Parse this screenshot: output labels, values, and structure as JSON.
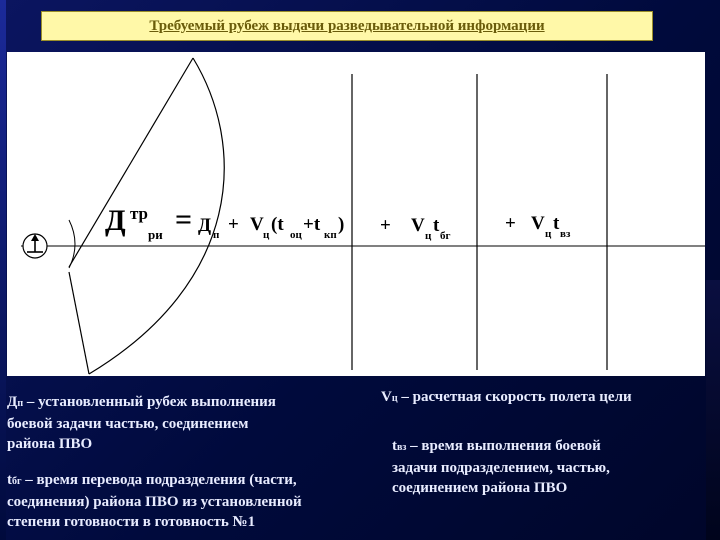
{
  "title": "Требуемый рубеж выдачи разведывательной информации",
  "formula": {
    "lhs_main": "Д",
    "lhs_sup": "тр",
    "lhs_sub": "ри",
    "equals": "=",
    "t1_main": "Д",
    "t1_sub": "п",
    "plus1": "+",
    "t2_v": "V",
    "t2_vsub": "ц",
    "t2_open": "(t",
    "t2_s1": "оц",
    "t2_plus": "+t",
    "t2_s2": "кп",
    "t2_close": ")",
    "plus2": "+",
    "t3_v": "V",
    "t3_vsub": "ц",
    "t3_t": "t",
    "t3_tsub": "бг",
    "plus3": "+",
    "t4_v": "V",
    "t4_vsub": "ц",
    "t4_t": "t",
    "t4_tsub": "вз"
  },
  "legend": {
    "dp_sym": "Д",
    "dp_sub": "п",
    "dp_line1": " – установленный рубеж выполнения",
    "dp_line2": "боевой задачи частью, соединением",
    "dp_line3": "района ПВО",
    "tbg_sym": "t",
    "tbg_sub": "бг",
    "tbg_line1": " – время перевода подразделения (части,",
    "tbg_line2": "соединения) района ПВО из установленной",
    "tbg_line3": "степени готовности в готовность №1",
    "vc_sym": "V",
    "vc_sub": "ц",
    "vc_line1": " – расчетная скорость полета цели",
    "tvz_sym": "t",
    "tvz_sub": "вз",
    "tvz_line1": " – время выполнения боевой",
    "tvz_line2": "задачи подразделением, частью,",
    "tvz_line3": "соединением района ПВО"
  }
}
